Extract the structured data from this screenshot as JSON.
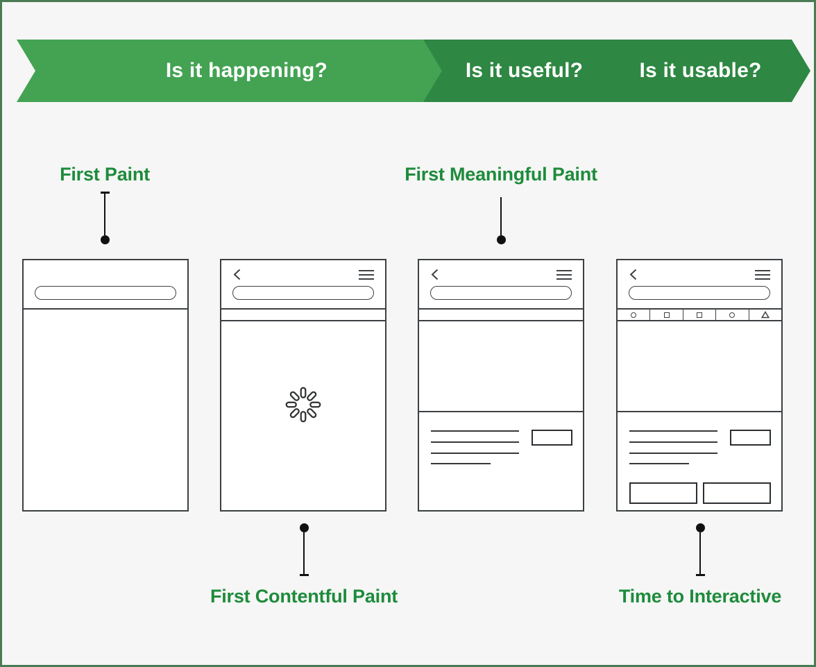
{
  "banner": {
    "segments": [
      {
        "label": "Is it happening?",
        "color": "#43A353"
      },
      {
        "label": "Is it useful?",
        "color": "#2E8742"
      },
      {
        "label": "Is it usable?",
        "color": "#2E8742"
      }
    ]
  },
  "metrics": {
    "first_paint": {
      "label": "First Paint"
    },
    "first_contentful_paint": {
      "label": "First Contentful Paint"
    },
    "first_meaningful_paint": {
      "label": "First Meaningful Paint"
    },
    "time_to_interactive": {
      "label": "Time to Interactive"
    }
  },
  "phones": {
    "stage_1": {
      "name": "blank page",
      "elements": [
        "url-bar"
      ]
    },
    "stage_2": {
      "name": "loading page",
      "elements": [
        "back-icon",
        "menu-icon",
        "url-bar",
        "loading-spinner"
      ]
    },
    "stage_3": {
      "name": "content page",
      "elements": [
        "back-icon",
        "menu-icon",
        "url-bar",
        "hero-block",
        "text-lines",
        "small-button"
      ]
    },
    "stage_4": {
      "name": "interactive page",
      "elements": [
        "back-icon",
        "menu-icon",
        "url-bar",
        "toolbar",
        "hero-block",
        "text-lines",
        "small-button",
        "action-buttons"
      ]
    },
    "toolbar_icons": [
      "circle",
      "square",
      "square",
      "circle",
      "triangle"
    ]
  },
  "colors": {
    "background": "#F5F6F5",
    "frame_border_green": "#4A7B52",
    "banner_light_green": "#43A353",
    "banner_dark_green": "#2E8742",
    "label_green": "#1E8B3C",
    "wireframe_stroke": "#3C4043",
    "connector_black": "#111111"
  }
}
